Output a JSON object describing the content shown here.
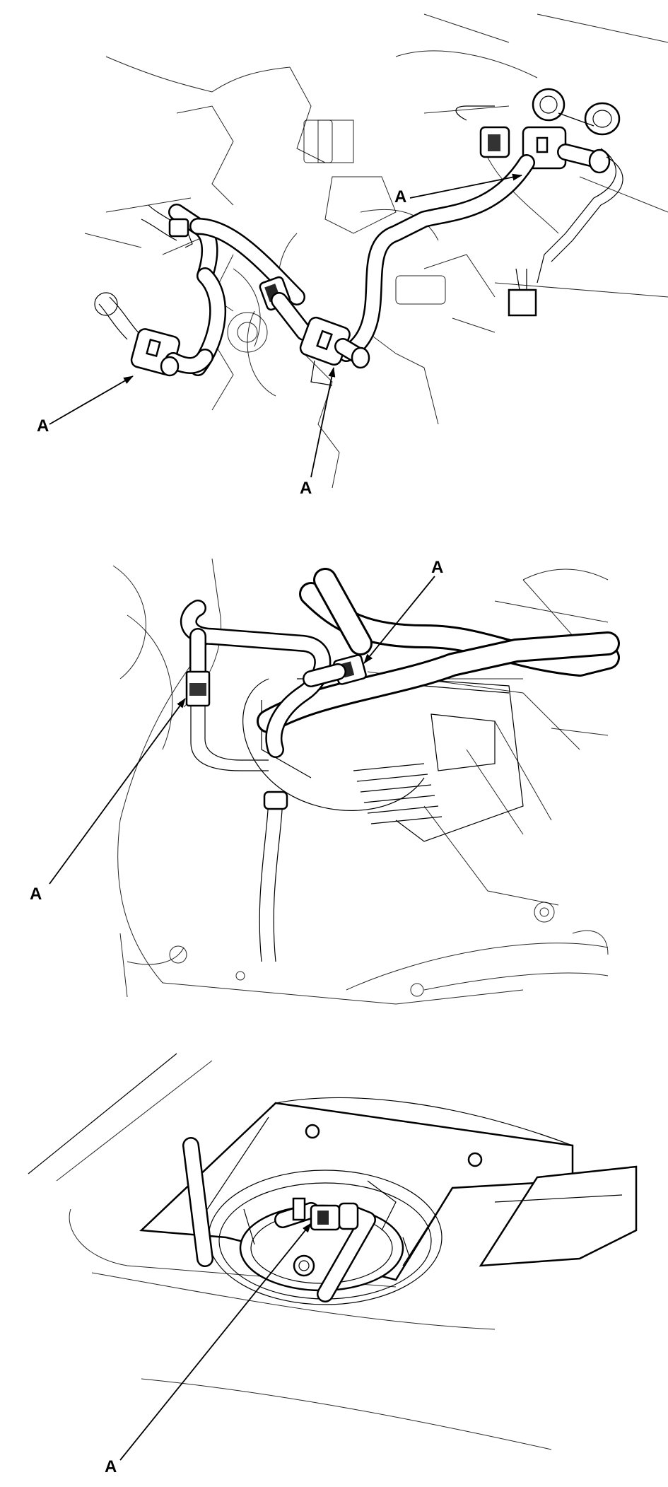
{
  "diagram": {
    "panels": [
      {
        "id": "panel-1",
        "callouts": [
          "A",
          "A",
          "A"
        ]
      },
      {
        "id": "panel-2",
        "callouts": [
          "A",
          "A"
        ]
      },
      {
        "id": "panel-3",
        "callouts": [
          "A"
        ]
      }
    ]
  }
}
